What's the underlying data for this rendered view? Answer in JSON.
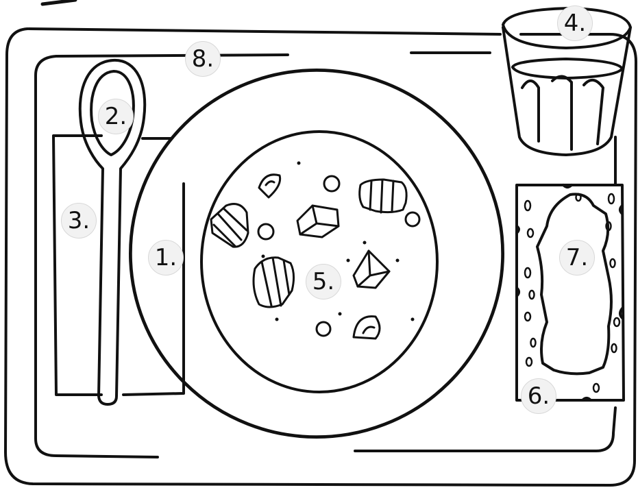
{
  "colors": {
    "ink": "#111111",
    "paper": "#ffffff",
    "label_bg": "#f2f2f2"
  },
  "labels": {
    "plate": "1.",
    "spoon": "2.",
    "napkin": "3.",
    "glass": "4.",
    "soup": "5.",
    "bread_plate": "6.",
    "bread": "7.",
    "tray": "8."
  }
}
